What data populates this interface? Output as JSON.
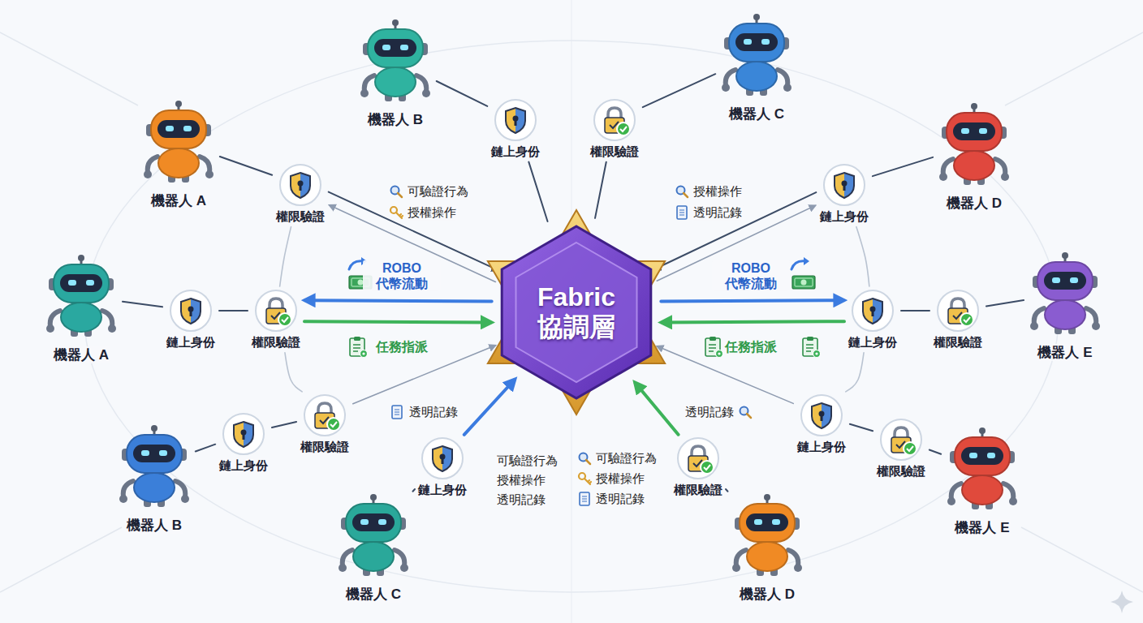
{
  "diagram": {
    "nodes": [
      {
        "text": [
          "機器人 B"
        ]
      },
      {
        "text": [
          "機器人 C"
        ]
      },
      {
        "text": [
          "鏈上身份"
        ]
      },
      {
        "text": [
          "權限驗證"
        ]
      },
      {
        "text": [
          "機器人 A"
        ]
      },
      {
        "text": [
          "機器人 D"
        ]
      },
      {
        "text": [
          "權限驗證"
        ]
      },
      {
        "text": [
          "鏈上身份"
        ]
      },
      {
        "text": [
          "Fabric 協調層"
        ]
      },
      {
        "text": [
          "機器人 A"
        ]
      },
      {
        "text": [
          "鏈上身份"
        ]
      },
      {
        "text": [
          "權限驗證"
        ]
      },
      {
        "text": [
          "鏈上身份"
        ]
      },
      {
        "text": [
          "權限驗證"
        ]
      },
      {
        "text": [
          "機器人 E"
        ]
      },
      {
        "text": [
          "權限驗證"
        ]
      },
      {
        "text": [
          "鏈上身份"
        ]
      },
      {
        "text": [
          "鏈上身份"
        ]
      },
      {
        "text": [
          "權限驗證"
        ]
      },
      {
        "text": [
          "鏈上身份"
        ]
      },
      {
        "text": [
          "權限驗證"
        ]
      },
      {
        "text": [
          "機器人 B"
        ]
      },
      {
        "text": [
          "機器人 E"
        ]
      },
      {
        "text": [
          "機器人 C"
        ]
      },
      {
        "text": [
          "機器人 D"
        ]
      }
    ],
    "edges": [
      {
        "from": 0,
        "to": 2,
        "arrow": "none"
      },
      {
        "from": 2,
        "to": 8,
        "arrow": "none"
      },
      {
        "from": 1,
        "to": 3,
        "arrow": "none"
      },
      {
        "from": 3,
        "to": 8,
        "arrow": "none"
      },
      {
        "from": 4,
        "to": 6,
        "arrow": "none"
      },
      {
        "from": 6,
        "to": 8,
        "arrow": "to"
      },
      {
        "from": 8,
        "to": 6,
        "arrow": "to"
      },
      {
        "from": 5,
        "to": 7,
        "arrow": "none"
      },
      {
        "from": 7,
        "to": 8,
        "arrow": "to"
      },
      {
        "from": 8,
        "to": 7,
        "arrow": "to"
      },
      {
        "from": 9,
        "to": 10,
        "arrow": "none"
      },
      {
        "from": 10,
        "to": 11,
        "arrow": "none"
      },
      {
        "from": 8,
        "to": 11,
        "arrow": "to",
        "label": "ROBO 代幣流動"
      },
      {
        "from": 11,
        "to": 8,
        "arrow": "to",
        "label": "任務指派"
      },
      {
        "from": 14,
        "to": 13,
        "arrow": "none"
      },
      {
        "from": 13,
        "to": 12,
        "arrow": "none"
      },
      {
        "from": 8,
        "to": 12,
        "arrow": "to",
        "label": "ROBO 代幣流動"
      },
      {
        "from": 12,
        "to": 8,
        "arrow": "to",
        "label": "任務指派"
      },
      {
        "from": 6,
        "to": 11,
        "arrow": "none"
      },
      {
        "from": 11,
        "to": 15,
        "arrow": "none"
      },
      {
        "from": 7,
        "to": 12,
        "arrow": "none"
      },
      {
        "from": 12,
        "to": 16,
        "arrow": "none"
      },
      {
        "from": 21,
        "to": 17,
        "arrow": "none"
      },
      {
        "from": 17,
        "to": 15,
        "arrow": "none"
      },
      {
        "from": 15,
        "to": 8,
        "arrow": "to"
      },
      {
        "from": 23,
        "to": 19,
        "arrow": "none"
      },
      {
        "from": 19,
        "to": 8,
        "arrow": "to"
      },
      {
        "from": 24,
        "to": 20,
        "arrow": "none"
      },
      {
        "from": 20,
        "to": 8,
        "arrow": "to"
      },
      {
        "from": 22,
        "to": 18,
        "arrow": "none"
      },
      {
        "from": 18,
        "to": 16,
        "arrow": "none"
      },
      {
        "from": 16,
        "to": 8,
        "arrow": "to"
      }
    ],
    "labels": [
      "可驗證行為",
      "授權操作",
      "授權操作",
      "透明記錄",
      "透明記錄",
      "可驗證行為",
      "授權操作",
      "透明記錄",
      "透明記錄",
      "可驗證行為",
      "授權操作",
      "透明記錄"
    ]
  }
}
